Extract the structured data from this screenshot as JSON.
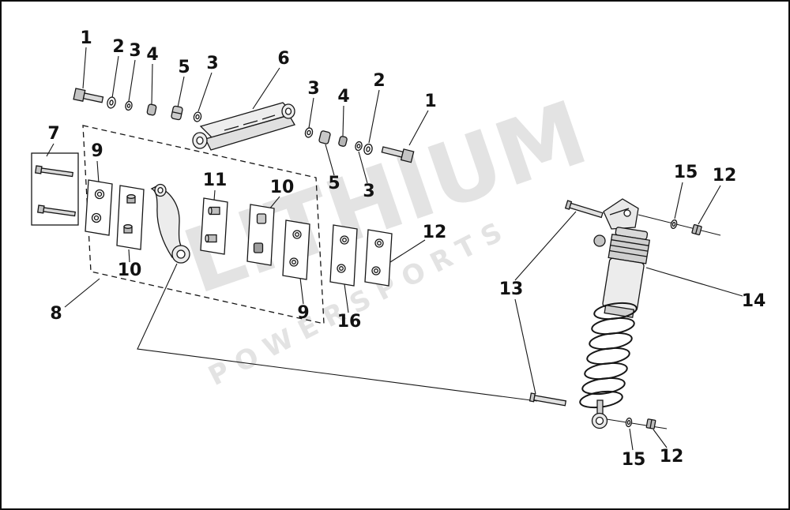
{
  "figure": {
    "background": "#ffffff",
    "border_color": "#0e0e0e",
    "line_color": "#161616",
    "part_fill": "#e8e8e8",
    "metal_fill": "#c4c4c4"
  },
  "watermark": {
    "line1": "LITHIUM",
    "line2": "POWERSPORTS",
    "color": "#e3e3e3"
  },
  "callouts": [
    {
      "label": "1"
    },
    {
      "label": "2"
    },
    {
      "label": "3"
    },
    {
      "label": "4"
    },
    {
      "label": "5"
    },
    {
      "label": "3"
    },
    {
      "label": "6"
    },
    {
      "label": "3"
    },
    {
      "label": "4"
    },
    {
      "label": "2"
    },
    {
      "label": "1"
    },
    {
      "label": "5"
    },
    {
      "label": "3"
    },
    {
      "label": "7"
    },
    {
      "label": "9"
    },
    {
      "label": "11"
    },
    {
      "label": "10"
    },
    {
      "label": "12"
    },
    {
      "label": "10"
    },
    {
      "label": "8"
    },
    {
      "label": "9"
    },
    {
      "label": "16"
    },
    {
      "label": "13"
    },
    {
      "label": "15"
    },
    {
      "label": "12"
    },
    {
      "label": "14"
    },
    {
      "label": "15"
    },
    {
      "label": "12"
    }
  ]
}
